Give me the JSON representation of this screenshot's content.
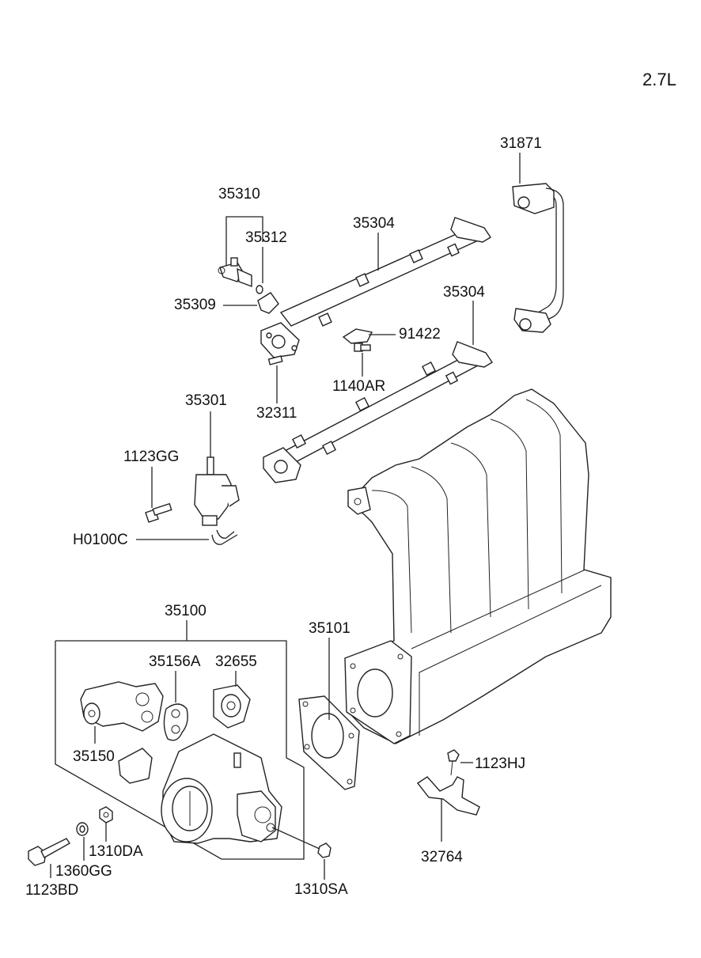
{
  "engine": "2.7L",
  "labels": {
    "p31871": "31871",
    "p35310": "35310",
    "p35312": "35312",
    "p35304_upper": "35304",
    "p35309": "35309",
    "p91422": "91422",
    "p35304_lower": "35304",
    "p1140AR": "1140AR",
    "p32311": "32311",
    "p35301": "35301",
    "p1123GG": "1123GG",
    "pH0100C": "H0100C",
    "p35100": "35100",
    "p35101": "35101",
    "p35156A": "35156A",
    "p32655": "32655",
    "p35150": "35150",
    "p1123HJ": "1123HJ",
    "p32764": "32764",
    "p1310DA": "1310DA",
    "p1360GG": "1360GG",
    "p1123BD": "1123BD",
    "p1310SA": "1310SA"
  }
}
